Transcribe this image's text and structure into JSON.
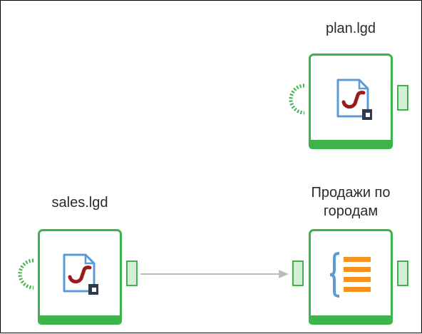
{
  "nodes": {
    "plan": {
      "label": "plan.lgd",
      "icon": "dataset-file-icon"
    },
    "sales": {
      "label": "sales.lgd",
      "icon": "dataset-file-icon"
    },
    "report": {
      "label_line1": "Продажи по",
      "label_line2": "городам",
      "icon": "list-braces-icon"
    }
  },
  "colors": {
    "node_border": "#3cb44b",
    "port_fill": "#d4f0d4",
    "edge": "#bdbdbd",
    "file_icon_outline": "#5b9bd5",
    "pipe": "#9b1b1b",
    "list_orange": "#f5931e"
  }
}
